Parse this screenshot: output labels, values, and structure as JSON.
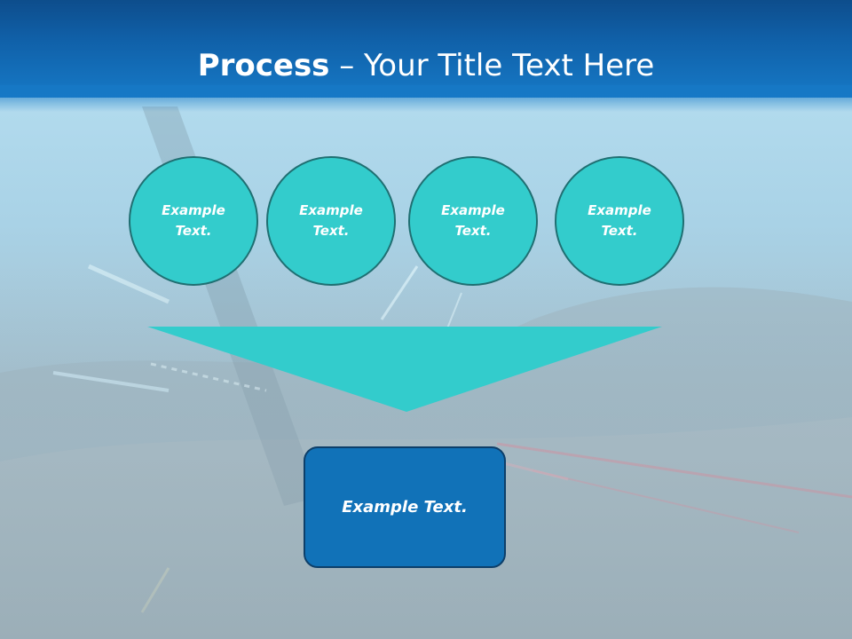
{
  "slide": {
    "title_bold": "Process",
    "title_rest": " – Your Title Text Here",
    "circles": [
      {
        "label": "Example Text."
      },
      {
        "label": "Example Text."
      },
      {
        "label": "Example Text."
      },
      {
        "label": "Example Text."
      }
    ],
    "result_box_label": "Example Text."
  },
  "colors": {
    "header": "#1060a8",
    "circle_fill": "#33cccc",
    "circle_border": "#1f6f72",
    "funnel_fill": "#33cccc",
    "box_fill": "#1172b8",
    "box_border": "#0d3f6a"
  }
}
